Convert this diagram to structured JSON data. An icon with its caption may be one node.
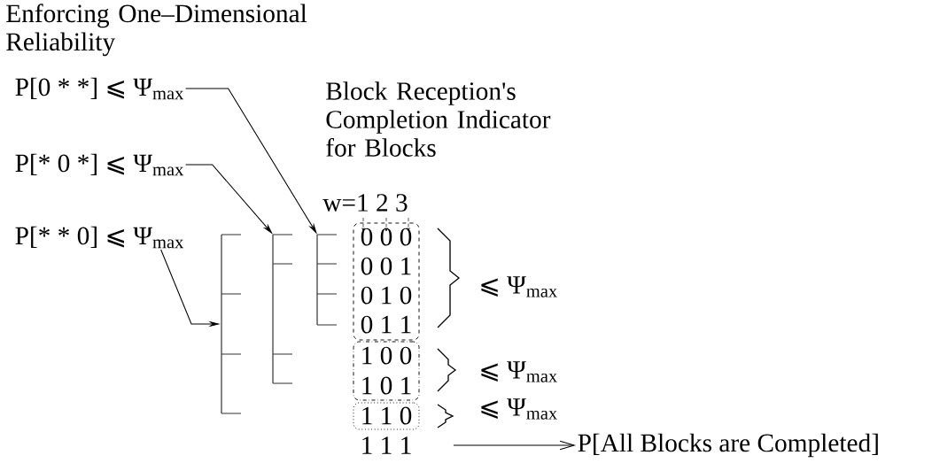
{
  "diagram": {
    "title": "Enforcing One–Dimensional Reliability",
    "nodes": [
      {
        "text": [
          "P[0 * *] ⩽ Ψ$_{max}$"
        ]
      },
      {
        "text": [
          "P[* 0 *] ⩽ Ψ$_{max}$"
        ]
      },
      {
        "text": [
          "P[* * 0] ⩽ Ψ$_{max}$"
        ]
      },
      {
        "text": [],
        "shape": "bracket"
      },
      {
        "text": [],
        "shape": "bracket"
      },
      {
        "text": [],
        "shape": "bracket"
      },
      {
        "text": [],
        "shape": "box"
      },
      {
        "text": [
          "0 0 0"
        ],
        "in": 6
      },
      {
        "text": [
          "0 0 1"
        ],
        "in": 6
      },
      {
        "text": [
          "0 1 0"
        ],
        "in": 6
      },
      {
        "text": [
          "0 1 1"
        ],
        "in": 6
      },
      {
        "text": [],
        "shape": "box"
      },
      {
        "text": [
          "1 0 0"
        ],
        "in": 11
      },
      {
        "text": [
          "1 0 1"
        ],
        "in": 11
      },
      {
        "text": [],
        "shape": "box"
      },
      {
        "text": [
          "1 1 0"
        ],
        "in": 14
      },
      {
        "text": [
          "1 1 1"
        ]
      },
      {
        "text": [
          "P[All Blocks are Completed]"
        ]
      }
    ],
    "edges": [
      {
        "from": 0,
        "to": 5,
        "arrow": "to"
      },
      {
        "from": 1,
        "to": 4,
        "arrow": "to"
      },
      {
        "from": 2,
        "to": 3,
        "arrow": "to"
      },
      {
        "from": 16,
        "to": 17,
        "arrow": "to"
      }
    ],
    "labels": [
      "Block Reception's Completion Indicator for Blocks",
      "w=1 2 3",
      "⩽ Ψ$_{max}$",
      "⩽ Ψ$_{max}$",
      "⩽ Ψ$_{max}$"
    ]
  }
}
